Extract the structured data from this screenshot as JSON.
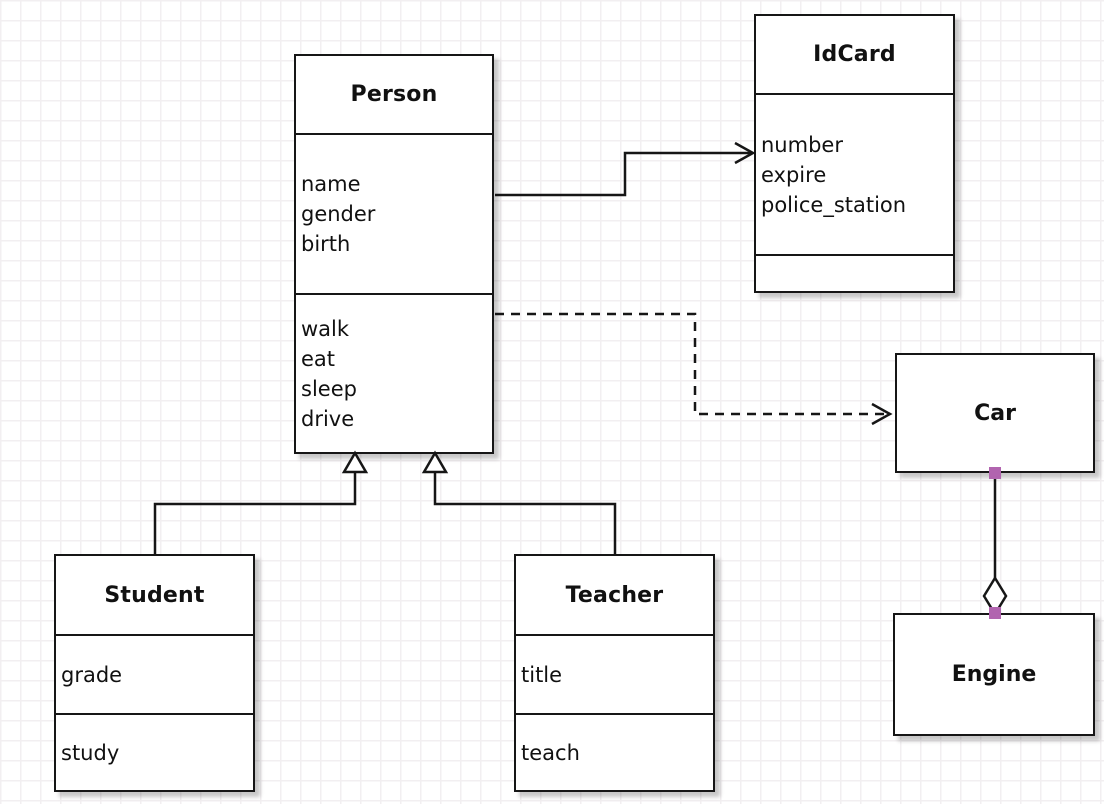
{
  "diagram": {
    "kind": "uml-class-diagram",
    "classes": {
      "person": {
        "name": "Person",
        "attributes": [
          "name",
          "gender",
          "birth"
        ],
        "methods": [
          "walk",
          "eat",
          "sleep",
          "drive"
        ]
      },
      "idcard": {
        "name": "IdCard",
        "attributes": [
          "number",
          "expire",
          "police_station"
        ],
        "methods": []
      },
      "car": {
        "name": "Car",
        "attributes": [],
        "methods": []
      },
      "engine": {
        "name": "Engine",
        "attributes": [],
        "methods": []
      },
      "student": {
        "name": "Student",
        "attributes": [
          "grade"
        ],
        "methods": [
          "study"
        ]
      },
      "teacher": {
        "name": "Teacher",
        "attributes": [
          "title"
        ],
        "methods": [
          "teach"
        ]
      }
    },
    "relationships": [
      {
        "from": "Person",
        "to": "IdCard",
        "type": "directed-association",
        "line": "solid",
        "arrow": "open"
      },
      {
        "from": "Person",
        "to": "Car",
        "type": "dependency",
        "line": "dashed",
        "arrow": "open"
      },
      {
        "from": "Student",
        "to": "Person",
        "type": "generalization",
        "line": "solid",
        "arrow": "hollow-triangle"
      },
      {
        "from": "Teacher",
        "to": "Person",
        "type": "generalization",
        "line": "solid",
        "arrow": "hollow-triangle"
      },
      {
        "from": "Car",
        "to": "Engine",
        "type": "aggregation",
        "line": "solid",
        "diamond": "hollow",
        "endpoint_handles": true
      }
    ],
    "colors": {
      "stroke": "#161616",
      "box_fill": "#ffffff",
      "handle": "#b164af",
      "grid": "#f2eff1",
      "background": "#ffffff"
    }
  }
}
